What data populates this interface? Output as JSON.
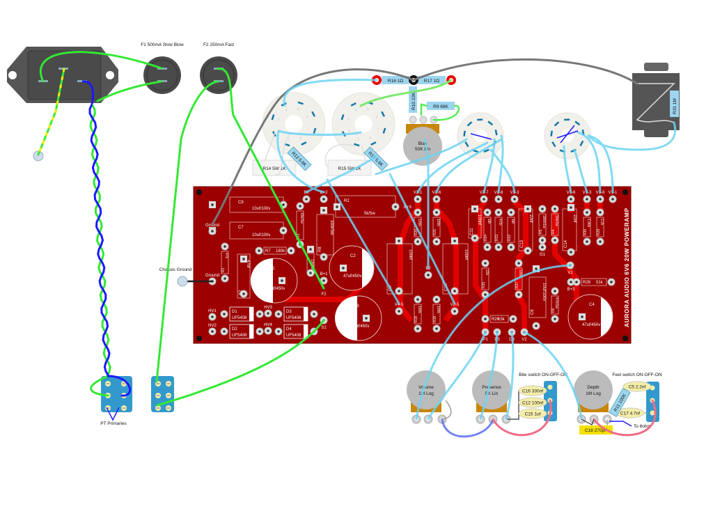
{
  "mains": {
    "f1_label": "F1 500mA Slow Blow",
    "f2_label": "F2 250mA Fast",
    "pt_primaries": "PT Primaries",
    "chassis_ground": "Chassis Ground"
  },
  "tubes": {
    "r14": "R14 5W 1K",
    "r15": "R15 5W 1K",
    "r12": "R12 5.6K",
    "r13": "R13 5.6K",
    "r16": "R16 1Ω",
    "r17": "R17 1Ω",
    "r10": "R10 22K",
    "r9": "R9 68K",
    "bias_name": "Bias",
    "bias_value": "50K Lin",
    "pin_numbers": [
      "1",
      "2",
      "3",
      "4",
      "5",
      "6",
      "7",
      "8"
    ]
  },
  "jack": {
    "r31": "R31 1M"
  },
  "pcb": {
    "title": "AURORA AUDIO 6V6 20W POWERAMP",
    "pads": {
      "ground1": "Ground",
      "ground2": "Ground",
      "hv1": "HV1",
      "hv2": "HV2",
      "hv3": "HV3",
      "hv4": "HV4",
      "b0": "B0",
      "bp2": "B+2",
      "bp1": "B+1",
      "f2": "F2",
      "s1": "S1",
      "bp3a": "B+3",
      "v21": "V2-1",
      "v26": "V2-6",
      "v27": "V2-7",
      "v28": "V2-8",
      "v23": "V2-3",
      "v16": "V1-6",
      "v13": "V1-3",
      "v18": "V1-8",
      "v11": "V1-1",
      "b2": "B2",
      "v45": "V4-5",
      "v25": "V2-5",
      "g1": "G1",
      "v1": "V1",
      "bp3b": "B+3",
      "p1": "P1",
      "p3": "P3",
      "d3": "D3",
      "v2": "V2"
    },
    "parts": {
      "C8": {
        "ref": "C8",
        "value": "10uf/100v"
      },
      "C7": {
        "ref": "C7",
        "value": "10uf/100v"
      },
      "R1": {
        "ref": "R1",
        "value": "47k"
      },
      "X2": {
        "ref": "X2",
        "value": "47nf"
      },
      "R7": {
        "ref": "R7",
        "value": "180k"
      },
      "R3": {
        "ref": "R3",
        "value": "15k/1w"
      },
      "R2": {
        "ref": "R2",
        "value": "5k/5w"
      },
      "R8": {
        "ref": "R8",
        "value": "330r/5w"
      },
      "D5": {
        "ref": "",
        "value": "1N4007"
      },
      "C1": {
        "ref": "C1",
        "value": "47uf/450v"
      },
      "C2": {
        "ref": "C2",
        "value": "47uf/450v"
      },
      "C3": {
        "ref": "C3",
        "value": "47uf/450v"
      },
      "C4": {
        "ref": "C4",
        "value": "47uf/450v"
      },
      "D1": {
        "ref": "D1",
        "value": "UF5408"
      },
      "D2": {
        "ref": "D2",
        "value": "UF5408"
      },
      "D3": {
        "ref": "D3",
        "value": "UF5408"
      },
      "D4": {
        "ref": "D4",
        "value": "UF5408"
      },
      "C9": {
        "ref": "C9",
        "value": "100nf"
      },
      "C10": {
        "ref": "C10",
        "value": "100nf"
      },
      "R20": {
        "ref": "R20",
        "value": "100k"
      },
      "R21": {
        "ref": "R21",
        "value": "100k"
      },
      "R18": {
        "ref": "R18",
        "value": "100k"
      },
      "R19": {
        "ref": "R19",
        "value": "100k"
      },
      "C11": {
        "ref": "C11",
        "value": "100nf"
      },
      "R24": {
        "ref": "R24",
        "value": "1M"
      },
      "R23": {
        "ref": "R23",
        "value": "470r"
      },
      "R22": {
        "ref": "R22",
        "value": "1M"
      },
      "C13": {
        "ref": "C13",
        "value": "22nf"
      },
      "R5": {
        "ref": "R5",
        "value": "180k/1w"
      },
      "R4": {
        "ref": "R4",
        "value": "15k/1w"
      },
      "C14": {
        "ref": "C14",
        "value": "22nf"
      },
      "R30": {
        "ref": "R30",
        "value": "1.96k"
      },
      "R29": {
        "ref": "R29",
        "value": "2.2k"
      },
      "R25": {
        "ref": "R25",
        "value": "22k"
      },
      "R27": {
        "ref": "R27",
        "value": "100k"
      },
      "C6": {
        "ref": "C6",
        "value": "10uf/100v"
      },
      "R6": {
        "ref": "R6",
        "value": "47k/1w"
      },
      "R28": {
        "ref": "R28",
        "value": "51k"
      },
      "R26": {
        "ref": "R26",
        "value": "15k"
      }
    }
  },
  "controls": {
    "volume": {
      "name": "Volume",
      "value": "1M Log"
    },
    "presence": {
      "name": "Presence",
      "value": "5K Lin"
    },
    "depth": {
      "name": "Depth",
      "value": "1M Log"
    },
    "bite_switch": "Bite switch ON-OFF-ON",
    "feel_switch": "Feel switch ON-OFF-ON",
    "c16": "C16 330nf",
    "c12": "C12 100nf",
    "c15": "C15 1uf",
    "c5": "C5 2.2nf",
    "c17": "C17 4.7nf",
    "r11": "R11 100K",
    "c18": "C18 270pF",
    "to_8ohm": "To 8ohm"
  },
  "colors": {
    "pcb": "#9c0000",
    "trace": "#e00000",
    "wire_blue_light": "#6cd4f5",
    "wire_green": "#33e833",
    "wire_gray": "#777777",
    "wire_blue": "#1a1aff",
    "wire_pink": "#f06c88",
    "strip": "#3399cc"
  }
}
